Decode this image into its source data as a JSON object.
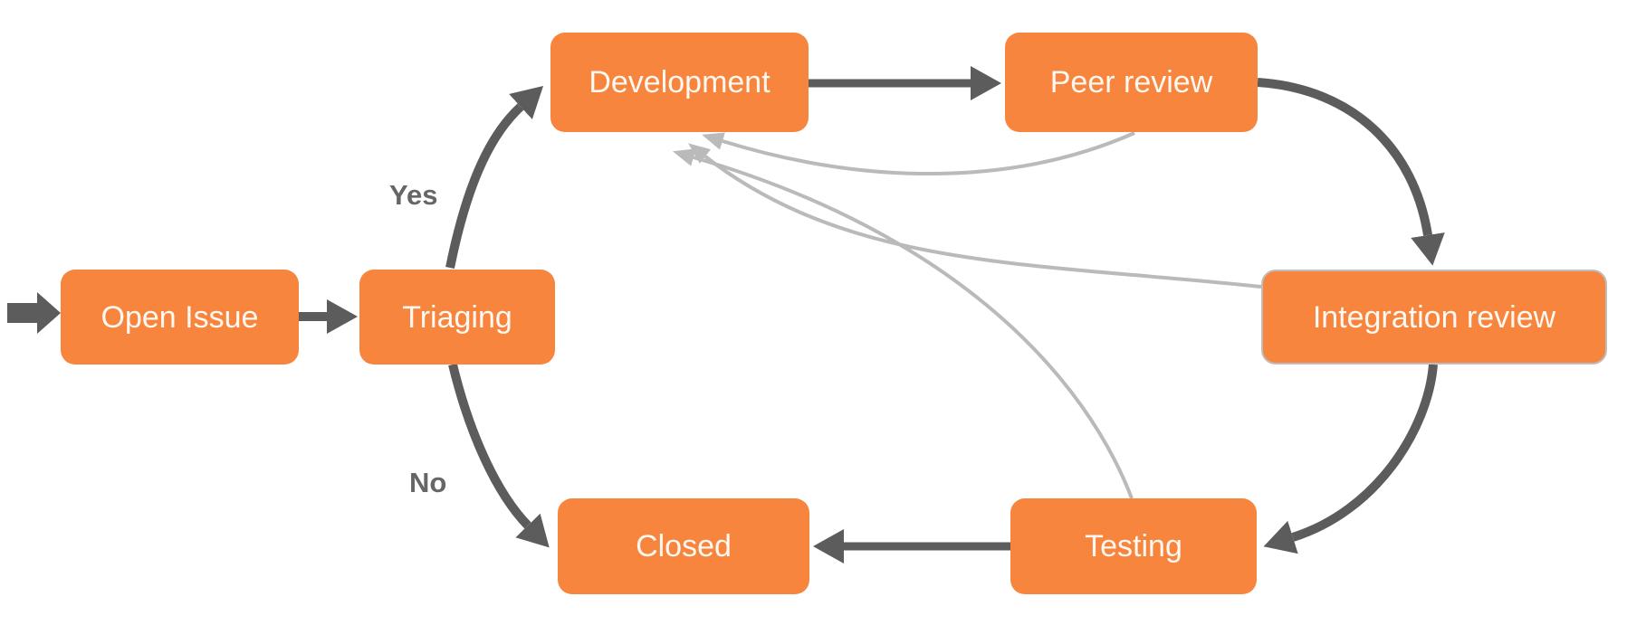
{
  "nodes": {
    "open_issue": {
      "label": "Open Issue"
    },
    "triaging": {
      "label": "Triaging"
    },
    "development": {
      "label": "Development"
    },
    "peer_review": {
      "label": "Peer review"
    },
    "integration_review": {
      "label": "Integration review"
    },
    "closed": {
      "label": "Closed"
    },
    "testing": {
      "label": "Testing"
    }
  },
  "edge_labels": {
    "yes": "Yes",
    "no": "No"
  },
  "edges": [
    {
      "from": "start",
      "to": "open_issue",
      "style": "flow"
    },
    {
      "from": "open_issue",
      "to": "triaging",
      "style": "flow"
    },
    {
      "from": "triaging",
      "to": "development",
      "label": "Yes",
      "style": "flow"
    },
    {
      "from": "triaging",
      "to": "closed",
      "label": "No",
      "style": "flow"
    },
    {
      "from": "development",
      "to": "peer_review",
      "style": "flow"
    },
    {
      "from": "peer_review",
      "to": "integration_review",
      "style": "flow"
    },
    {
      "from": "integration_review",
      "to": "testing",
      "style": "flow"
    },
    {
      "from": "testing",
      "to": "closed",
      "style": "flow"
    },
    {
      "from": "peer_review",
      "to": "development",
      "style": "feedback"
    },
    {
      "from": "integration_review",
      "to": "development",
      "style": "feedback"
    },
    {
      "from": "testing",
      "to": "development",
      "style": "feedback"
    }
  ],
  "colors": {
    "node_fill": "#F7853D",
    "node_text": "#FDF8F1",
    "flow_arrow": "#5C5C5C",
    "feedback_arrow": "#BABABA",
    "label_text": "#666666",
    "integration_border": "#BDBDBD",
    "canvas_bg": "#FFFFFF"
  }
}
